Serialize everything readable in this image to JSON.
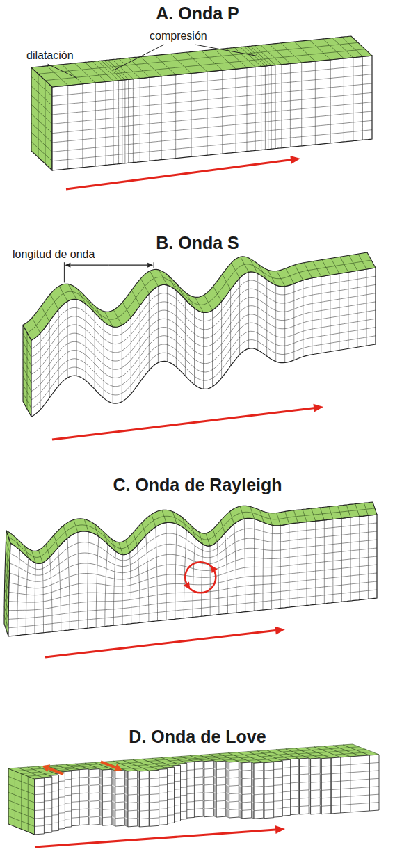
{
  "diagram": {
    "labels": [
      "A. Onda P",
      "dilatación",
      "compresión",
      "B. Onda S",
      "longitud de onda",
      "C. Onda de Rayleigh",
      "D. Onda de Love"
    ]
  }
}
